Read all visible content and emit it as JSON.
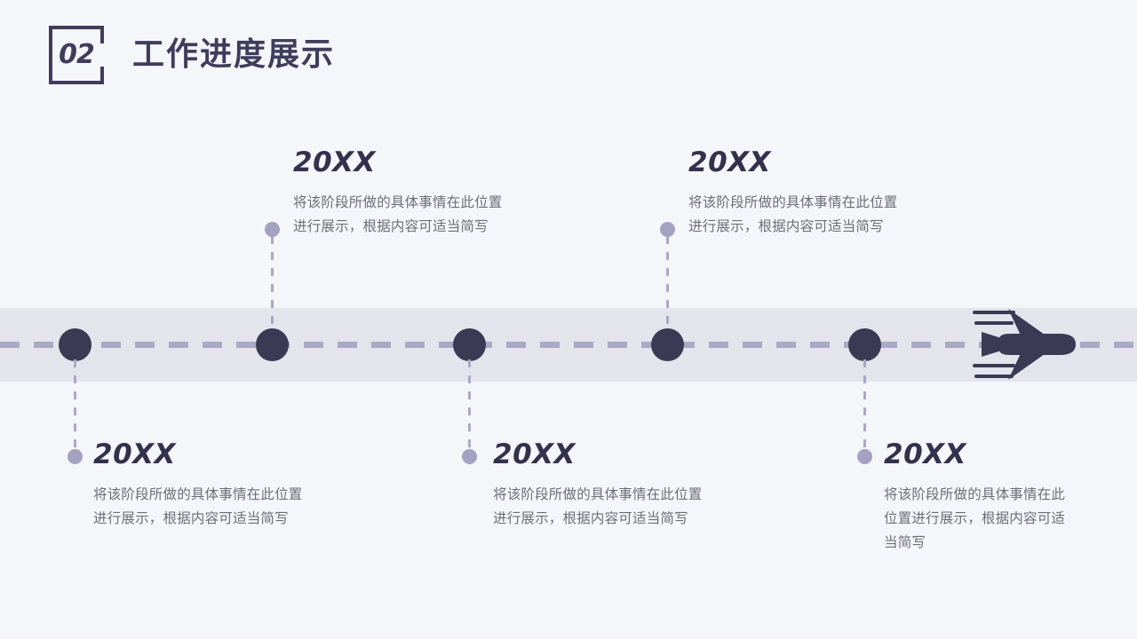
{
  "slide": {
    "background_color": "#f5f6fa",
    "band_color": "#e4e4ed",
    "accent_dark": "#3b3a55",
    "accent_light": "#a3a2c0",
    "text_color": "#6d6d78"
  },
  "header": {
    "section_number": "02",
    "title": "工作进度展示"
  },
  "timeline": {
    "node_count": 5,
    "vehicle_icon": "airplane-icon"
  },
  "events": [
    {
      "position": "bottom",
      "year": "20XX",
      "desc": "将该阶段所做的具体事情在此位置进行展示，根据内容可适当简写"
    },
    {
      "position": "top",
      "year": "20XX",
      "desc": "将该阶段所做的具体事情在此位置进行展示，根据内容可适当简写"
    },
    {
      "position": "bottom",
      "year": "20XX",
      "desc": "将该阶段所做的具体事情在此位置进行展示，根据内容可适当简写"
    },
    {
      "position": "top",
      "year": "20XX",
      "desc": "将该阶段所做的具体事情在此位置进行展示，根据内容可适当简写"
    },
    {
      "position": "bottom",
      "year": "20XX",
      "desc": "将该阶段所做的具体事情在此位置进行展示，根据内容可适当简写"
    }
  ]
}
